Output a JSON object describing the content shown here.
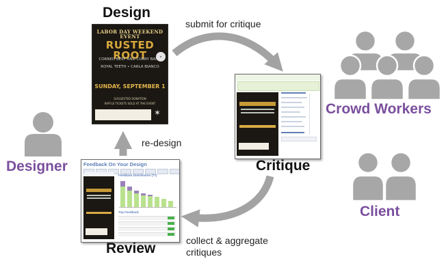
{
  "labels": {
    "design": "Design",
    "critique": "Critique",
    "review": "Review",
    "designer": "Designer",
    "crowd_workers": "Crowd Workers",
    "client": "Client",
    "submit_for_critique": "submit for critique",
    "re_design": "re-design",
    "collect_aggregate_line1": "collect & aggregate",
    "collect_aggregate_line2": "critiques"
  },
  "poster": {
    "event": "LABOR DAY WEEKEND EVENT",
    "headliner": "RUSTED ROOT",
    "support_line1": "CORNED BEEF AND CURRY BAND",
    "support_line2": "ROYAL TEETH  •  CARLA BIANCO",
    "date": "SUNDAY, SEPTEMBER 1",
    "suggested_donation": "SUGGESTED DONATION",
    "raffle": "RAFFLE TICKETS SOLD AT THE EVENT"
  },
  "review_screen": {
    "title": "Feedback On Your Design",
    "chart_title": "Feedback Distribution (77)",
    "top_feedback": "Top Feedback"
  },
  "colors": {
    "role_purple": "#7a4f9e",
    "person_gray": "#a7a7a7",
    "arrow_gray": "#a3a3a3",
    "bar_green": "#b9e28e",
    "bar_purple": "#9b82b9"
  }
}
